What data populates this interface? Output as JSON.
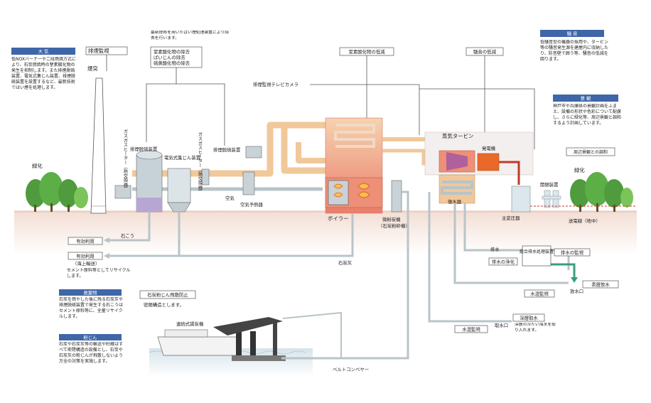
{
  "colors": {
    "ground": "#f5e6de",
    "duct_orange": "#f0c89a",
    "duct_gray": "#b9c4c8",
    "boiler": "#ee8f77",
    "turbine": "#b0609a",
    "generator": "#e8692a",
    "label_blue": "#3f66a8",
    "water_green": "#3b9b82",
    "grid": "#bfc9cc",
    "cable": "#c0392b"
  },
  "labels": {
    "exhaust_monitor": "排煙監視",
    "chimney": "煙突",
    "nox_note": "最新技術を用いたばい煙処理装置により除去を行います。",
    "nox_removal": "窒素酸化物の除去",
    "dust_removal": "ばいじんの除去",
    "sox_removal": "硫黄酸化物の除去",
    "nox_reduction": "窒素酸化物の低減",
    "noise_reduction": "騒音の低減",
    "camera": "排煙監視テレビカメラ",
    "gas_heater_a": "ガスガスヒーター（熱交換器）",
    "gas_heater_b": "ガスガスヒーター（熱交換器）",
    "desulf_a": "排煙脱硫装置",
    "desulf_b": "排煙脱硫装置",
    "esp": "電気式集じん装置",
    "air": "空気",
    "air_preheater": "空気予熱器",
    "boiler": "ボイラー",
    "mill": "微粉炭機",
    "mill_sub": "（石炭粉砕機）",
    "steam_turbine": "蒸気タービン",
    "generator": "発電機",
    "condenser": "復水器",
    "transformer": "主変圧器",
    "switchgear": "開閉装置",
    "transmission": "送電線（地中）",
    "greenery_left": "緑化",
    "greenery_right": "緑化",
    "gypsum": "石こう",
    "effective_use_a": "有効利用",
    "effective_use_b": "有効利用",
    "sea_transport": "（海上輸送）",
    "cement_note": "セメント原料等としてリサイクルします。",
    "coal_ash": "石炭灰",
    "drainage": "排水",
    "drain_clean": "排水の浄化",
    "wastewater_plant": "総合排水処理装置",
    "drain_monitor": "排水の監視",
    "surface_discharge": "表層放水",
    "discharge_port": "放水口",
    "water_temp_a": "水温監視",
    "deep_intake": "深層取水",
    "intake_port": "取水口",
    "intake_note": "深層の冷たい海水を取り入れます。",
    "water_temp_b": "水温監視",
    "belt_conveyor": "ベルトコンベヤー",
    "unloader": "連続式揚炭機",
    "coal_dust_box": "石炭粉じん飛散防止",
    "coal_dust_note": "密閉構造とします。",
    "harmony_box": "周辺景観との調和"
  },
  "panels": {
    "air": {
      "title": "大 気",
      "body": "低NOXバーナーや二段燃焼方式により、石炭燃焼時の窒素酸化物の発生を抑制します。また排煙脱硫装置、電気式集じん装置、排煙脱硫装置を設置するなど、最新技術ではい煙を処理します。"
    },
    "noise": {
      "title": "騒 音",
      "body": "低騒音型の機器の採用や、タービン等の騒音発生源を建屋内に収納したり、防音壁で囲う等、騒音の低減を図ります。"
    },
    "landscape": {
      "title": "景 観",
      "body": "神戸市や兵庫県の景観計画をふまえ、設備の形状や色彩について配慮し、さらに緑化等、周辺景観と調和するよう計画しています。"
    },
    "waste": {
      "title": "廃棄物",
      "body": "石炭を燃やした後に残る石炭灰や排煙脱硫装置で発生する石こうはセメント原料等に、全量リサイクルします。"
    },
    "dust": {
      "title": "粉じん",
      "body": "石炭や石炭灰等の輸送や貯蔵はすべて密閉構造の設備とし、石炭や石炭灰の粉じんが飛散しないよう万全の対策を実施します。"
    }
  }
}
